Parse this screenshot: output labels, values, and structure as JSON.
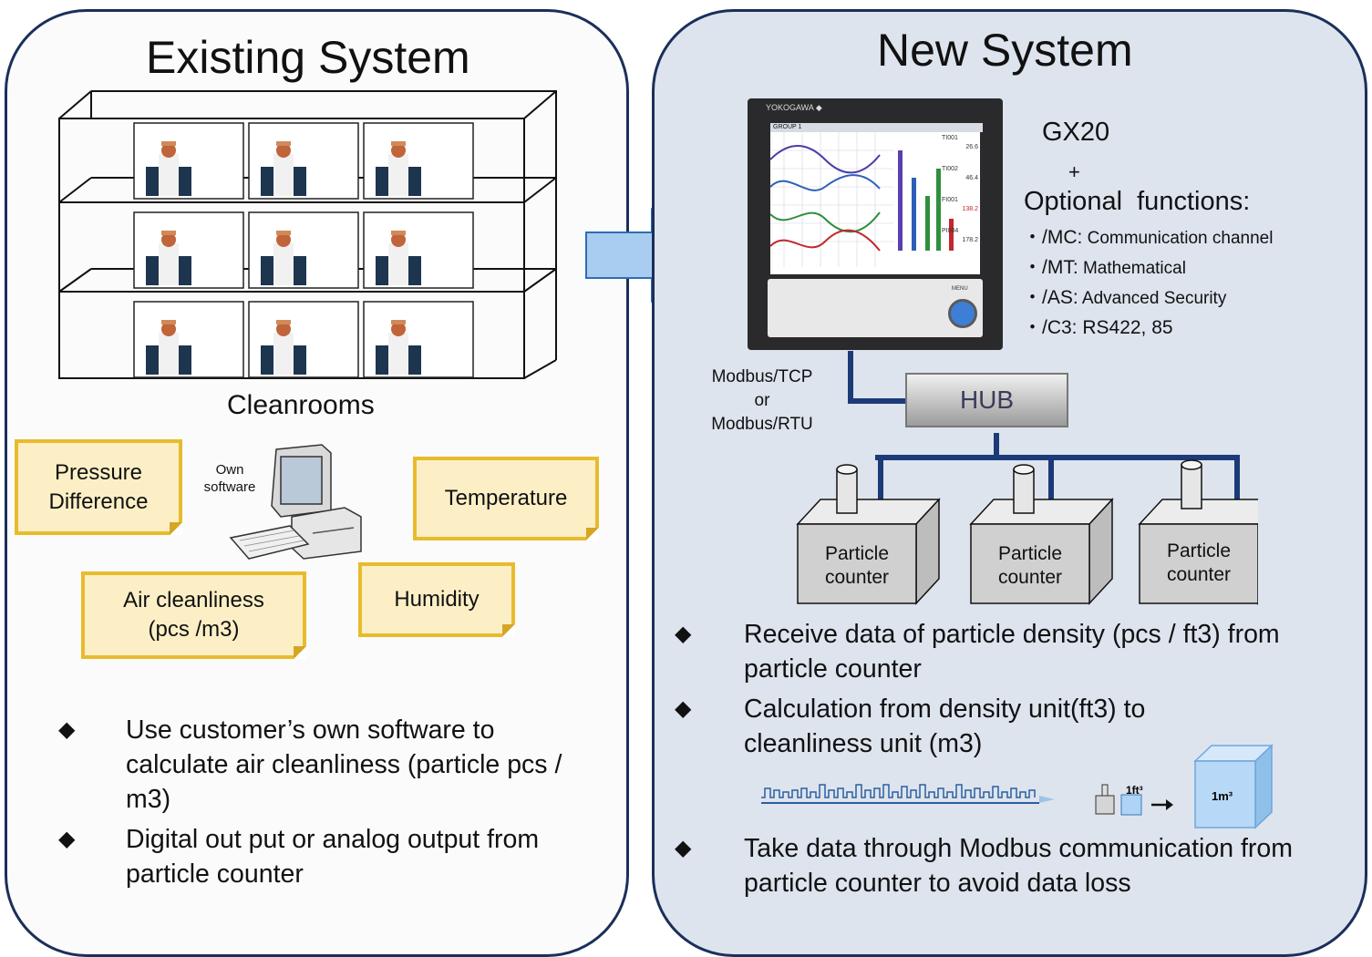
{
  "existing": {
    "title": "Existing System",
    "cleanrooms_label": "Cleanrooms",
    "own_software": [
      "Own",
      "software"
    ],
    "notes": {
      "pressure": [
        "Pressure",
        "Difference"
      ],
      "temperature": "Temperature",
      "air": [
        "Air cleanliness",
        "(pcs /m3)"
      ],
      "humidity": "Humidity"
    },
    "bullets": [
      "Use customer’s own software to calculate air cleanliness (particle pcs / m3)",
      "Digital out put or analog output from particle counter"
    ]
  },
  "new": {
    "title": "New System",
    "device": {
      "brand": "YOKOGAWA ◆",
      "group": "GROUP 1",
      "tags": [
        "TI001",
        "TI002",
        "FI001",
        "PI004"
      ],
      "values": [
        "26.6",
        "46.4",
        "138.2",
        "178.2"
      ],
      "menu": "MENU"
    },
    "model": "GX20",
    "plus": "+",
    "optional_title": "Optional  functions:",
    "options": [
      {
        "code": "・/MC:",
        "desc": " Communication channel"
      },
      {
        "code": "・/MT:",
        "desc": " Mathematical"
      },
      {
        "code": "・/AS:",
        "desc": " Advanced Security"
      },
      {
        "code": "・/C3:",
        "desc": " RS422, 85"
      }
    ],
    "protocol": [
      "Modbus/TCP",
      "or",
      "Modbus/RTU"
    ],
    "hub": "HUB",
    "counter_label": [
      "Particle",
      "counter"
    ],
    "bullets": [
      "Receive data of particle density (pcs / ft3) from particle counter",
      "Calculation from density unit(ft3) to cleanliness unit (m3)",
      "Take data through Modbus communication from particle counter to avoid data loss"
    ],
    "unit_ft3": "1ft³",
    "unit_m3": "1m³"
  },
  "colors": {
    "panel_border": "#1b2f5a",
    "right_panel_bg": "#dde4ee",
    "network_line": "#1c3a78",
    "note_fill": "#fcefc6",
    "note_border": "#e8bb2d",
    "arrow_fill": "#a9cdf0"
  }
}
